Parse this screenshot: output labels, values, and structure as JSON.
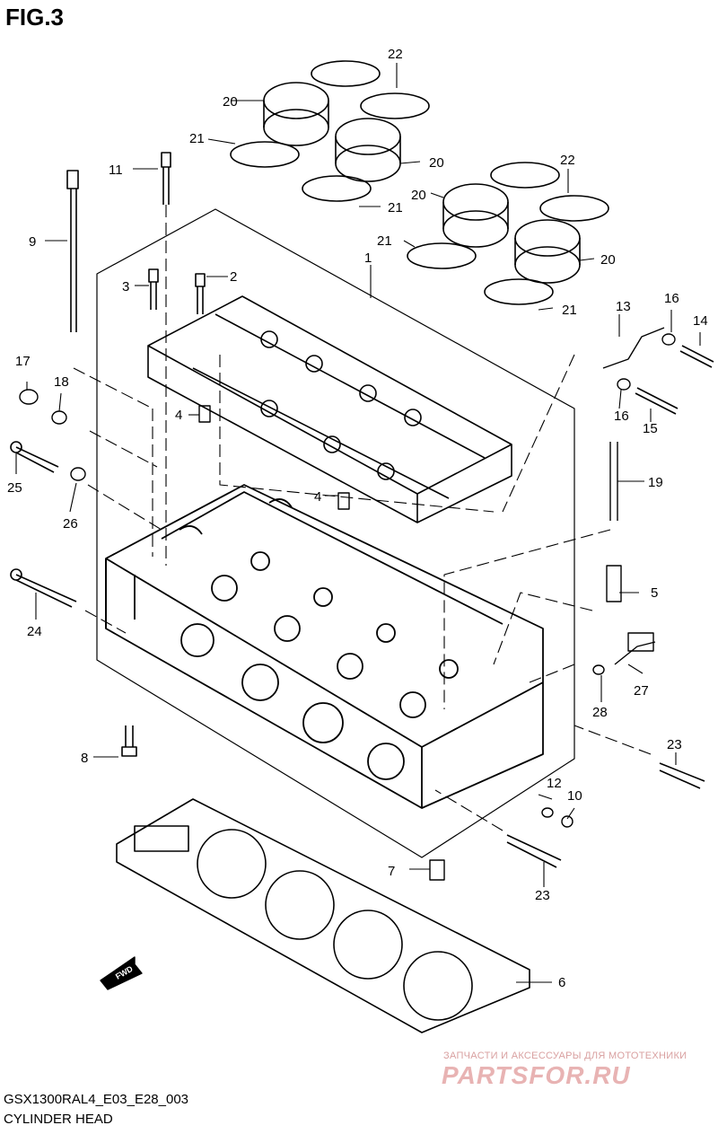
{
  "figure": {
    "title": "FIG.3",
    "model_code": "GSX1300RAL4_E03_E28_003",
    "caption": "CYLINDER HEAD",
    "fwd_label": "FWD"
  },
  "watermark": {
    "tagline": "ЗАПЧАСТИ И АКСЕССУАРЫ ДЛЯ МОТОТЕХНИКИ",
    "logo": "PARTSFOR.RU"
  },
  "callouts": [
    "1",
    "2",
    "3",
    "4",
    "4",
    "5",
    "6",
    "7",
    "8",
    "9",
    "10",
    "11",
    "12",
    "13",
    "14",
    "15",
    "16",
    "16",
    "17",
    "18",
    "19",
    "20",
    "20",
    "20",
    "20",
    "21",
    "21",
    "21",
    "21",
    "22",
    "22",
    "23",
    "23",
    "24",
    "25",
    "26",
    "27",
    "28"
  ],
  "colors": {
    "line": "#000000",
    "watermark": "#e8b3b3"
  }
}
